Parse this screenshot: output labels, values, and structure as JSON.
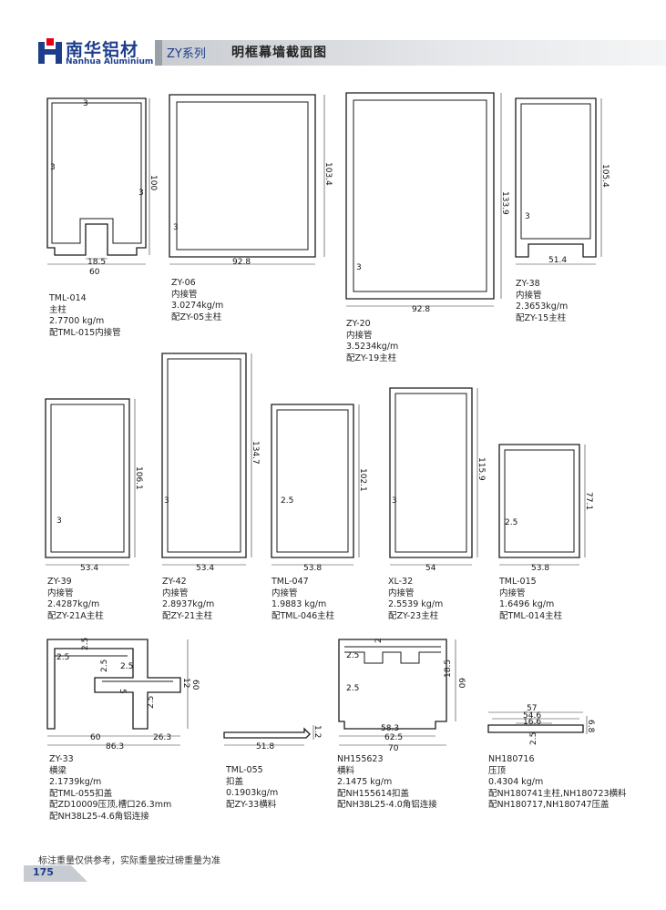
{
  "header": {
    "brand_cn": "南华铝材",
    "brand_en": "Nanhua Aluminium",
    "series": "ZY系列",
    "title": "明框幕墙截面图"
  },
  "colors": {
    "brand": "#1e3e8c",
    "accent": "#e60012",
    "band": "#d6d9dd"
  },
  "profiles": [
    {
      "code": "TML-014",
      "type": "主柱",
      "weight": "2.7700 kg/m",
      "notes": [
        "配TML-015内接管"
      ],
      "dims": [
        "3",
        "3",
        "3",
        "100",
        "18.5",
        "60"
      ]
    },
    {
      "code": "ZY-06",
      "type": "内接管",
      "weight": "3.0274kg/m",
      "notes": [
        "配ZY-05主柱"
      ],
      "dims": [
        "103.4",
        "3",
        "92.8"
      ]
    },
    {
      "code": "ZY-20",
      "type": "内接管",
      "weight": "3.5234kg/m",
      "notes": [
        "配ZY-19主柱"
      ],
      "dims": [
        "133.9",
        "3",
        "92.8"
      ]
    },
    {
      "code": "ZY-38",
      "type": "内接管",
      "weight": "2.3653kg/m",
      "notes": [
        "配ZY-15主柱"
      ],
      "dims": [
        "105.4",
        "3",
        "51.4"
      ]
    },
    {
      "code": "ZY-39",
      "type": "内接管",
      "weight": "2.4287kg/m",
      "notes": [
        "配ZY-21A主柱"
      ],
      "dims": [
        "106.1",
        "3",
        "53.4"
      ]
    },
    {
      "code": "ZY-42",
      "type": "内接管",
      "weight": "2.8937kg/m",
      "notes": [
        "配ZY-21主柱"
      ],
      "dims": [
        "134.7",
        "3",
        "53.4"
      ]
    },
    {
      "code": "TML-047",
      "type": "内接管",
      "weight": "1.9883 kg/m",
      "notes": [
        "配TML-046主柱"
      ],
      "dims": [
        "102.1",
        "2.5",
        "53.8"
      ]
    },
    {
      "code": "XL-32",
      "type": "内接管",
      "weight": "2.5539 kg/m",
      "notes": [
        "配ZY-23主柱"
      ],
      "dims": [
        "115.9",
        "3",
        "54"
      ]
    },
    {
      "code": "TML-015",
      "type": "内接管",
      "weight": "1.6496 kg/m",
      "notes": [
        "配TML-014主柱"
      ],
      "dims": [
        "77.1",
        "2.5",
        "53.8"
      ]
    },
    {
      "code": "ZY-33",
      "type": "横梁",
      "weight": "2.1739kg/m",
      "notes": [
        "配TML-055扣盖",
        "配ZD10009压顶,槽口26.3mm",
        "配NH38L25-4.6角铝连接"
      ],
      "dims": [
        "2.5",
        "2.5",
        "2.5",
        "2.5",
        "5",
        "12",
        "60",
        "2.5",
        "60",
        "26.3",
        "86.3"
      ]
    },
    {
      "code": "TML-055",
      "type": "扣盖",
      "weight": "0.1903kg/m",
      "notes": [
        "配ZY-33横料"
      ],
      "dims": [
        "51.8",
        "1.2"
      ]
    },
    {
      "code": "NH155623",
      "type": "横料",
      "weight": "2.1475 kg/m",
      "notes": [
        "配NH155614扣盖",
        "配NH38L25-4.0角铝连接"
      ],
      "dims": [
        "2.5",
        "2",
        "2.5",
        "18.5",
        "60",
        "58.3",
        "62.5",
        "70"
      ]
    },
    {
      "code": "NH180716",
      "type": "压顶",
      "weight": "0.4304 kg/m",
      "notes": [
        "配NH180741主柱,NH180723横料",
        "配NH180717,NH180747压盖"
      ],
      "dims": [
        "57",
        "54.6",
        "16.6",
        "6.8",
        "2.5"
      ]
    }
  ],
  "footer": {
    "note": "标注重量仅供参考，实际重量按过磅重量为准",
    "page": "175"
  }
}
